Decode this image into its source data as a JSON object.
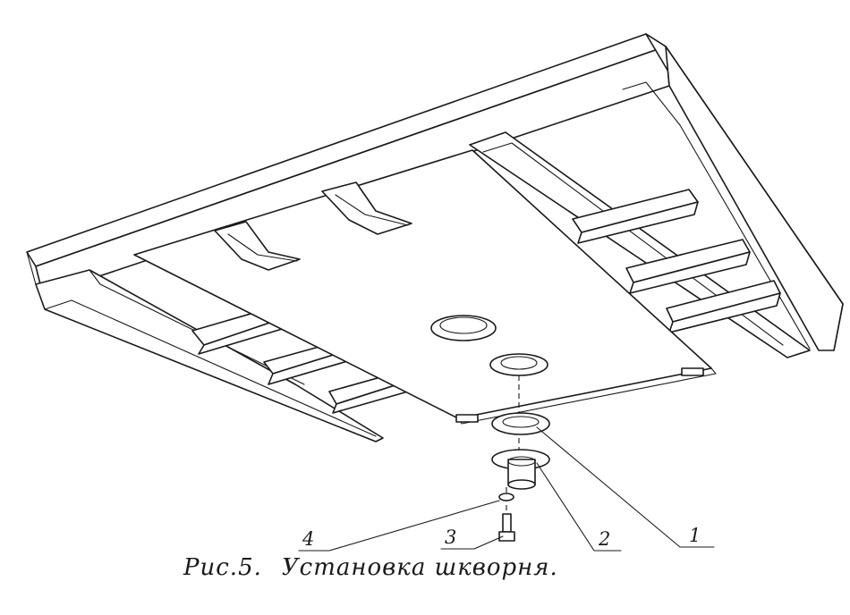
{
  "figure": {
    "caption_number": "Рис.5.",
    "caption_text": "Установка шкворня.",
    "callouts": [
      {
        "id": "1",
        "label": "1"
      },
      {
        "id": "2",
        "label": "2"
      },
      {
        "id": "3",
        "label": "3"
      },
      {
        "id": "4",
        "label": "4"
      }
    ]
  },
  "colors": {
    "ink": "#1a1a1a",
    "paper": "#ffffff"
  }
}
